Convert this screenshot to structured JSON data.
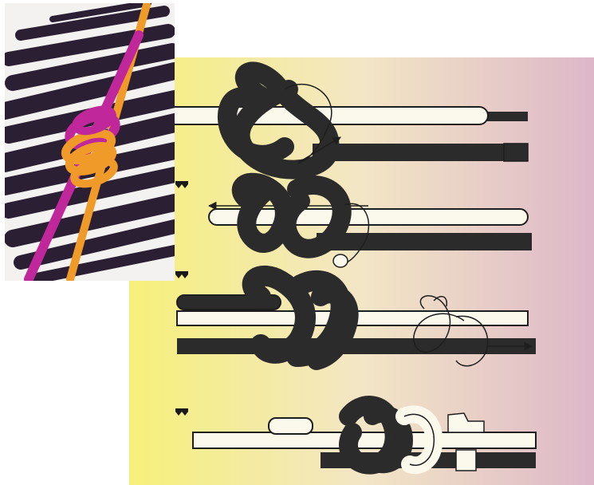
{
  "figure": {
    "photo": {
      "alt": "",
      "rope_colors": {
        "rope_a": "#c0279a",
        "rope_b": "#f09a2a"
      },
      "background_colors": {
        "paper": "#f4f2f0",
        "brush": "#2a1f33"
      }
    },
    "diagram": {
      "gradient_colors": {
        "left": "#f6f07a",
        "mid": "#f3e6c6",
        "right": "#ddb7c8"
      },
      "rope_colors": {
        "dark_rope": "#2b2b2b",
        "light_rope": "#fbf8ec",
        "outline": "#1e1e1e"
      },
      "steps": [
        {
          "index": 1,
          "marker_icon": "none"
        },
        {
          "index": 2,
          "marker_icon": "heart-icon"
        },
        {
          "index": 3,
          "marker_icon": "heart-icon"
        },
        {
          "index": 4,
          "marker_icon": "heart-icon"
        }
      ]
    }
  }
}
